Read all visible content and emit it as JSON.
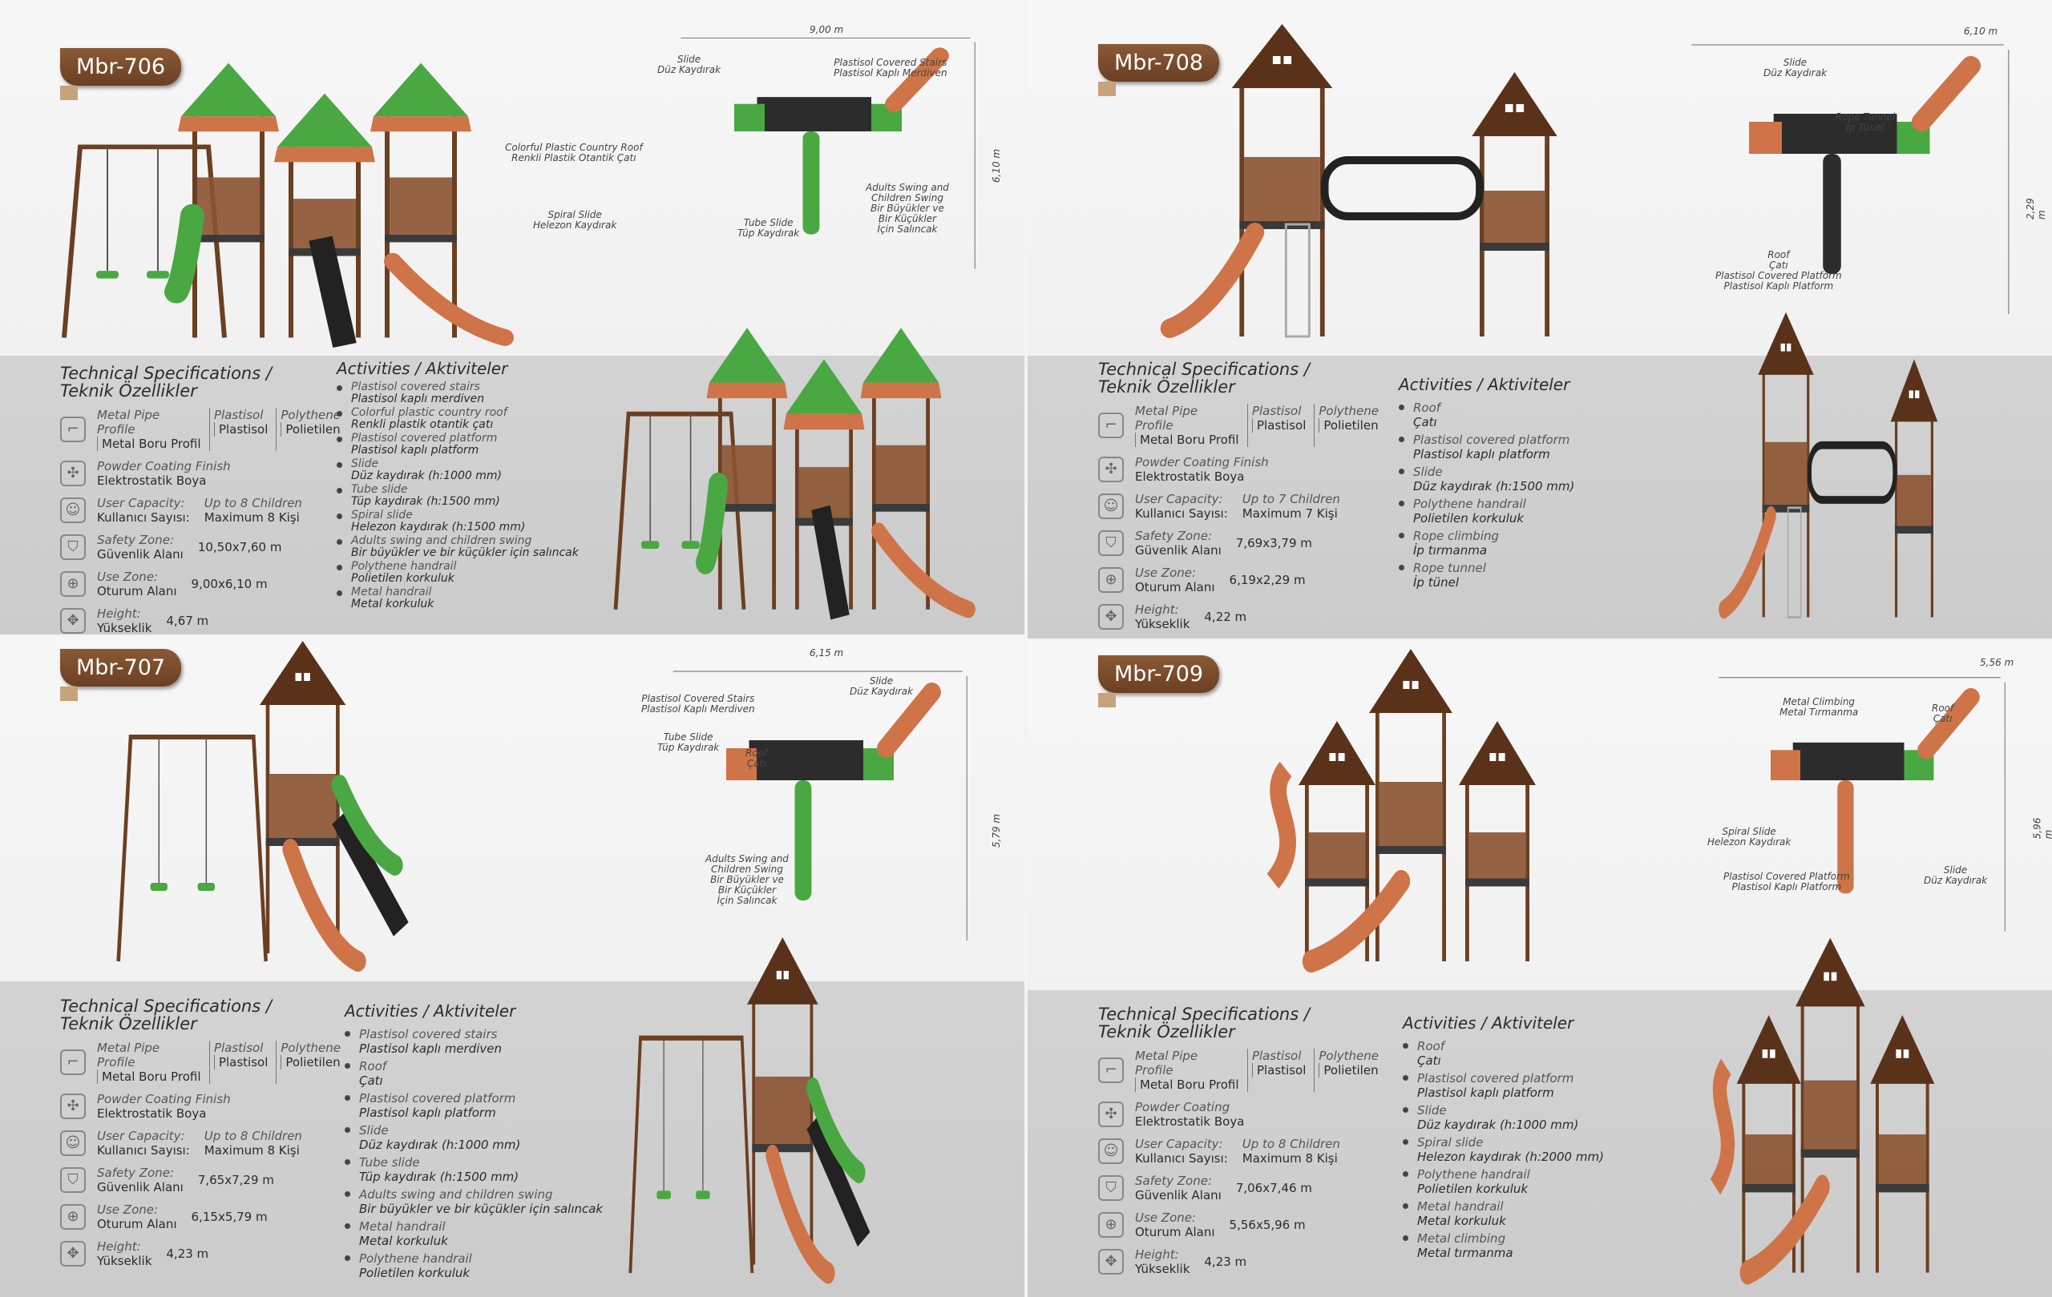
{
  "colors": {
    "brown": "#6b3f22",
    "orange": "#cf7448",
    "green": "#49a842",
    "band": "#cfcfcf"
  },
  "products": [
    {
      "code": "Mbr-706",
      "spec_title_en": "Technical Specifications /",
      "spec_title_tr": "Teknik Özellikler",
      "materials": {
        "en": "Metal Pipe Profile",
        "tr": "Metal Boru Profil",
        "m2en": "Plastisol",
        "m2tr": "Plastisol",
        "m3en": "Polythene",
        "m3tr": "Polietilen"
      },
      "finish": {
        "en": "Powder Coating Finish",
        "tr": "Elektrostatik Boya"
      },
      "capacity": {
        "en": "User Capacity:",
        "tr": "Kullanıcı Sayısı:",
        "val_en": "Up to 8 Children",
        "val_tr": "Maximum 8 Kişi"
      },
      "safety": {
        "en": "Safety Zone:",
        "tr": "Güvenlik Alanı",
        "val": "10,50x7,60 m"
      },
      "use": {
        "en": "Use Zone:",
        "tr": "Oturum Alanı",
        "val": "9,00x6,10 m"
      },
      "height": {
        "en": "Height:",
        "tr": "Yükseklik",
        "val": "4,67 m"
      },
      "activities_title": "Activities / Aktiviteler",
      "activities": [
        {
          "en": "Plastisol covered stairs",
          "tr": "Plastisol kaplı merdiven"
        },
        {
          "en": "Colorful plastic country roof",
          "tr": "Renkli plastik otantik çatı"
        },
        {
          "en": "Plastisol covered platform",
          "tr": "Plastisol kaplı platform"
        },
        {
          "en": "Slide",
          "tr": "Düz kaydırak (h:1000 mm)"
        },
        {
          "en": "Tube slide",
          "tr": "Tüp kaydırak (h:1500 mm)"
        },
        {
          "en": "Spiral slide",
          "tr": "Helezon kaydırak (h:1500 mm)"
        },
        {
          "en": "Adults swing and children swing",
          "tr": "Bir büyükler ve bir küçükler için salıncak"
        },
        {
          "en": "Polythene handrail",
          "tr": "Polietilen korkuluk"
        },
        {
          "en": "Metal handrail",
          "tr": "Metal korkuluk"
        }
      ],
      "diagram": {
        "width": "9,00 m",
        "depth": "6,10 m",
        "labels": [
          "Slide\nDüz Kaydırak",
          "Plastisol Covered Stairs\nPlastisol Kaplı Merdiven",
          "Colorful Plastic Country Roof\nRenkli Plastik Otantik Çatı",
          "Spiral Slide\nHelezon Kaydırak",
          "Tube Slide\nTüp Kaydırak",
          "Adults Swing and\nChildren Swing\nBir Büyükler ve\nBir Küçükler\nİçin Salıncak"
        ]
      }
    },
    {
      "code": "Mbr-708",
      "spec_title_en": "Technical Specifications /",
      "spec_title_tr": "Teknik Özellikler",
      "materials": {
        "en": "Metal Pipe Profile",
        "tr": "Metal Boru Profil",
        "m2en": "Plastisol",
        "m2tr": "Plastisol",
        "m3en": "Polythene",
        "m3tr": "Polietilen"
      },
      "finish": {
        "en": "Powder Coating Finish",
        "tr": "Elektrostatik Boya"
      },
      "capacity": {
        "en": "User Capacity:",
        "tr": "Kullanıcı Sayısı:",
        "val_en": "Up to 7 Children",
        "val_tr": "Maximum 7 Kişi"
      },
      "safety": {
        "en": "Safety Zone:",
        "tr": "Güvenlik Alanı",
        "val": "7,69x3,79 m"
      },
      "use": {
        "en": "Use Zone:",
        "tr": "Oturum Alanı",
        "val": "6,19x2,29 m"
      },
      "height": {
        "en": "Height:",
        "tr": "Yükseklik",
        "val": "4,22 m"
      },
      "activities_title": "Activities / Aktiviteler",
      "activities": [
        {
          "en": "Roof",
          "tr": "Çatı"
        },
        {
          "en": "Plastisol covered platform",
          "tr": "Plastisol kaplı platform"
        },
        {
          "en": "Slide",
          "tr": "Düz kaydırak (h:1500 mm)"
        },
        {
          "en": "Polythene handrail",
          "tr": "Polietilen korkuluk"
        },
        {
          "en": "Rope climbing",
          "tr": "İp tırmanma"
        },
        {
          "en": "Rope tunnel",
          "tr": "İp tünel"
        }
      ],
      "diagram": {
        "width": "6,10 m",
        "depth": "2,29 m",
        "labels": [
          "Slide\nDüz Kaydırak",
          "Rope Tunnel\nİp Tünel",
          "Roof\nÇatı\nPlastisol Covered Platform\nPlastisol Kaplı Platform"
        ]
      }
    },
    {
      "code": "Mbr-707",
      "spec_title_en": "Technical Specifications /",
      "spec_title_tr": "Teknik Özellikler",
      "materials": {
        "en": "Metal Pipe Profile",
        "tr": "Metal Boru Profil",
        "m2en": "Plastisol",
        "m2tr": "Plastisol",
        "m3en": "Polythene",
        "m3tr": "Polietilen"
      },
      "finish": {
        "en": "Powder Coating Finish",
        "tr": "Elektrostatik Boya"
      },
      "capacity": {
        "en": "User Capacity:",
        "tr": "Kullanıcı Sayısı:",
        "val_en": "Up to 8 Children",
        "val_tr": "Maximum 8 Kişi"
      },
      "safety": {
        "en": "Safety Zone:",
        "tr": "Güvenlik Alanı",
        "val": "7,65x7,29 m"
      },
      "use": {
        "en": "Use Zone:",
        "tr": "Oturum Alanı",
        "val": "6,15x5,79 m"
      },
      "height": {
        "en": "Height:",
        "tr": "Yükseklik",
        "val": "4,23 m"
      },
      "activities_title": "Activities / Aktiviteler",
      "activities": [
        {
          "en": "Plastisol covered stairs",
          "tr": "Plastisol kaplı merdiven"
        },
        {
          "en": "Roof",
          "tr": "Çatı"
        },
        {
          "en": "Plastisol covered platform",
          "tr": "Plastisol kaplı platform"
        },
        {
          "en": "Slide",
          "tr": "Düz kaydırak (h:1000 mm)"
        },
        {
          "en": "Tube slide",
          "tr": "Tüp kaydırak (h:1500 mm)"
        },
        {
          "en": "Adults swing and children swing",
          "tr": "Bir büyükler ve bir küçükler için salıncak"
        },
        {
          "en": "Metal handrail",
          "tr": "Metal korkuluk"
        },
        {
          "en": "Polythene handrail",
          "tr": "Polietilen korkuluk"
        }
      ],
      "diagram": {
        "width": "6,15 m",
        "depth": "5,79 m",
        "labels": [
          "Plastisol Covered Stairs\nPlastisol Kaplı Merdiven",
          "Slide\nDüz Kaydırak",
          "Tube Slide\nTüp Kaydırak",
          "Roof\nÇatı",
          "Adults Swing and\nChildren Swing\nBir Büyükler ve\nBir Küçükler\nİçin Salıncak"
        ]
      }
    },
    {
      "code": "Mbr-709",
      "spec_title_en": "Technical Specifications /",
      "spec_title_tr": "Teknik Özellikler",
      "materials": {
        "en": "Metal Pipe Profile",
        "tr": "Metal Boru Profil",
        "m2en": "Plastisol",
        "m2tr": "Plastisol",
        "m3en": "Polythene",
        "m3tr": "Polietilen"
      },
      "finish": {
        "en": "Powder Coating",
        "tr": "Elektrostatik Boya"
      },
      "capacity": {
        "en": "User Capacity:",
        "tr": "Kullanıcı Sayısı:",
        "val_en": "Up to 8 Children",
        "val_tr": "Maximum 8 Kişi"
      },
      "safety": {
        "en": "Safety Zone:",
        "tr": "Güvenlik Alanı",
        "val": "7,06x7,46 m"
      },
      "use": {
        "en": "Use Zone:",
        "tr": "Oturum Alanı",
        "val": "5,56x5,96 m"
      },
      "height": {
        "en": "Height:",
        "tr": "Yükseklik",
        "val": "4,23 m"
      },
      "activities_title": "Activities / Aktiviteler",
      "activities": [
        {
          "en": "Roof",
          "tr": "Çatı"
        },
        {
          "en": "Plastisol covered platform",
          "tr": "Plastisol kaplı platform"
        },
        {
          "en": "Slide",
          "tr": "Düz kaydırak (h:1000 mm)"
        },
        {
          "en": "Spiral slide",
          "tr": "Helezon kaydırak (h:2000 mm)"
        },
        {
          "en": "Polythene handrail",
          "tr": "Polietilen korkuluk"
        },
        {
          "en": "Metal handrail",
          "tr": "Metal korkuluk"
        },
        {
          "en": "Metal climbing",
          "tr": "Metal tırmanma"
        }
      ],
      "diagram": {
        "width": "5,56 m",
        "depth": "5,96 m",
        "labels": [
          "Metal Climbing\nMetal Tırmanma",
          "Roof\nÇatı",
          "Spiral Slide\nHelezon Kaydırak",
          "Plastisol Covered Platform\nPlastisol Kaplı Platform",
          "Slide\nDüz Kaydırak"
        ]
      }
    }
  ]
}
